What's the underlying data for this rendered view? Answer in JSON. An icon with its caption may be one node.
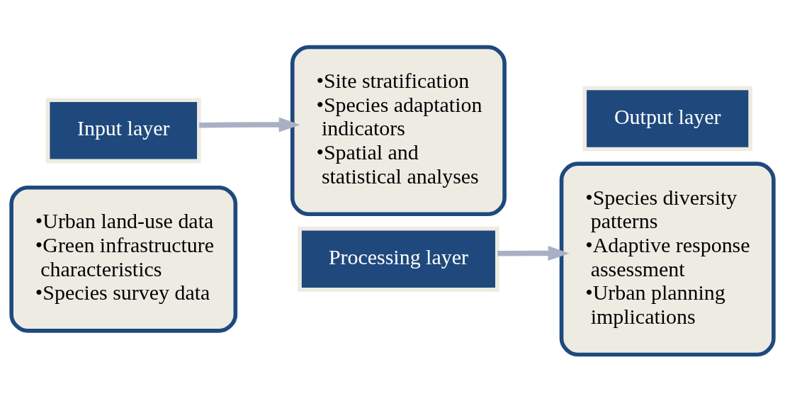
{
  "diagram": {
    "nodes": [
      {
        "text": [
          "•Urban land-use data",
          "•Green infrastructure characteristics",
          "•Species survey data"
        ]
      },
      {
        "text": [
          "Input layer"
        ]
      },
      {
        "text": [
          "•Site stratification",
          "•Species adaptation indicators",
          "•Spatial and statistical analyses"
        ]
      },
      {
        "text": [
          "Processing layer"
        ]
      },
      {
        "text": [
          "•Species diversity patterns",
          "•Adaptive response assessment",
          "•Urban planning implications"
        ]
      },
      {
        "text": [
          "Output layer"
        ]
      }
    ],
    "edges": [
      {
        "from": 1,
        "to": 2,
        "arrow": "to"
      },
      {
        "from": 3,
        "to": 4,
        "arrow": "to"
      }
    ]
  }
}
